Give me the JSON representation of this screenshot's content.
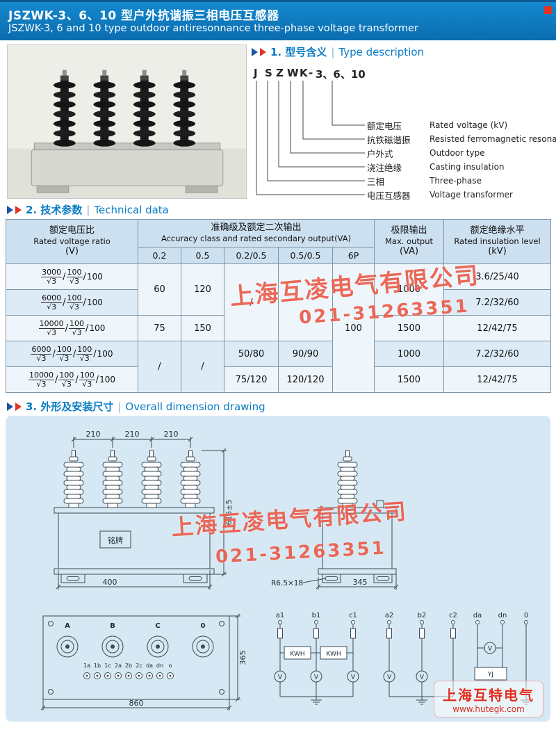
{
  "colors": {
    "header_blue": "#1489cf",
    "header_blue_dark": "#0b6cae",
    "top_strip": "#0a5a92",
    "heading_blue": "#0a7cc4",
    "arrow_blue": "#1a55a0",
    "accent_red": "#e23325",
    "watermark_red": "#e64330",
    "panel_blue": "#d6e8f3",
    "table_header_bg": "#cde0f0",
    "row_light": "#eef5fb",
    "row_alt": "#dcebf6"
  },
  "header": {
    "title_cn": "JSZWK-3、6、10 型户外抗谐振三相电压互感器",
    "title_en": "JSZWK-3, 6 and 10 type outdoor antiresonnance three-phase voltage transformer"
  },
  "section1": {
    "heading_cn": "1. 型号含义",
    "heading_en": "Type description",
    "model": [
      "J",
      "S",
      "Z",
      "W",
      "K",
      "-",
      "3、6、10"
    ],
    "legend": [
      {
        "cn": "额定电压",
        "en": "Rated voltage (kV)"
      },
      {
        "cn": "抗铁磁谐振",
        "en": "Resisted ferromagnetic resonance"
      },
      {
        "cn": "户外式",
        "en": "Outdoor type"
      },
      {
        "cn": "浇注绝缘",
        "en": "Casting insulation"
      },
      {
        "cn": "三相",
        "en": "Three-phase"
      },
      {
        "cn": "电压互感器",
        "en": "Voltage transformer"
      }
    ]
  },
  "section2": {
    "heading_cn": "2. 技术参数",
    "heading_en": "Technical data",
    "table": {
      "col_ratio": {
        "cn": "额定电压比",
        "en": "Rated voltage ratio",
        "unit": "(V)"
      },
      "col_accuracy": {
        "cn": "准确级及额定二次输出",
        "en": "Accuracy class and rated secondary output(VA)"
      },
      "accuracy_cols": [
        "0.2",
        "0.5",
        "0.2/0.5",
        "0.5/0.5",
        "6P"
      ],
      "col_max": {
        "cn": "极限输出",
        "en": "Max. output",
        "unit": "(VA)"
      },
      "col_insulation": {
        "cn": "额定绝缘水平",
        "en": "Rated insulation level",
        "unit": "(kV)"
      },
      "rows": [
        {
          "ratio": [
            [
              "3000",
              "√3"
            ],
            [
              "100",
              "√3"
            ],
            [
              "100"
            ]
          ],
          "cells": [
            {
              "t": "60",
              "rs": 2
            },
            {
              "t": "120",
              "rs": 2
            },
            {
              "t": "/",
              "rs": 3
            },
            {
              "t": "",
              "rs": 3
            },
            {
              "t": "100",
              "rs": 5
            },
            {
              "t": "1000",
              "rs": 2
            },
            {
              "t": "3.6/25/40"
            }
          ]
        },
        {
          "ratio": [
            [
              "6000",
              "√3"
            ],
            [
              "100",
              "√3"
            ],
            [
              "100"
            ]
          ],
          "cells": [
            {
              "t": "7.2/32/60"
            }
          ]
        },
        {
          "ratio": [
            [
              "10000",
              "√3"
            ],
            [
              "100",
              "√3"
            ],
            [
              "100"
            ]
          ],
          "cells": [
            {
              "t": "75"
            },
            {
              "t": "150"
            },
            {
              "t": "1500"
            },
            {
              "t": "12/42/75"
            }
          ]
        },
        {
          "ratio": [
            [
              "6000",
              "√3"
            ],
            [
              "100",
              "√3"
            ],
            [
              "100",
              "√3"
            ],
            [
              "100"
            ]
          ],
          "cells": [
            {
              "t": "/",
              "rs": 2
            },
            {
              "t": "/",
              "rs": 2
            },
            {
              "t": "50/80"
            },
            {
              "t": "90/90"
            },
            {
              "t": "1000"
            },
            {
              "t": "7.2/32/60"
            }
          ]
        },
        {
          "ratio": [
            [
              "10000",
              "√3"
            ],
            [
              "100",
              "√3"
            ],
            [
              "100",
              "√3"
            ],
            [
              "100"
            ]
          ],
          "cells": [
            {
              "t": "75/120"
            },
            {
              "t": "120/120"
            },
            {
              "t": "1500"
            },
            {
              "t": "12/42/75"
            }
          ]
        }
      ]
    }
  },
  "section3": {
    "heading_cn": "3. 外形及安装尺寸",
    "heading_en": "Overall dimension drawing",
    "front": {
      "spacing": "210",
      "height": "615±5",
      "width": "400",
      "depth": "345",
      "slot": "R6.5×18",
      "nameplate": "铭牌"
    },
    "bottom": {
      "width": "860",
      "height": "365",
      "phases": [
        "A",
        "B",
        "C",
        "0"
      ],
      "terminals": [
        "1a",
        "1b",
        "1c",
        "2a",
        "2b",
        "2c",
        "da",
        "dn",
        "o"
      ]
    },
    "wiring": {
      "group1": [
        "a1",
        "b1",
        "c1"
      ],
      "group2": [
        "a2",
        "b2",
        "c2"
      ],
      "group3": [
        "da",
        "dn",
        "0"
      ],
      "kwh": "KWH",
      "volt": "V",
      "yj": "YJ"
    }
  },
  "watermark": {
    "company": "上海互凌电气有限公司",
    "phone": "021-31263351",
    "brand": "上海互特电气",
    "site": "www.hutegk.com"
  }
}
